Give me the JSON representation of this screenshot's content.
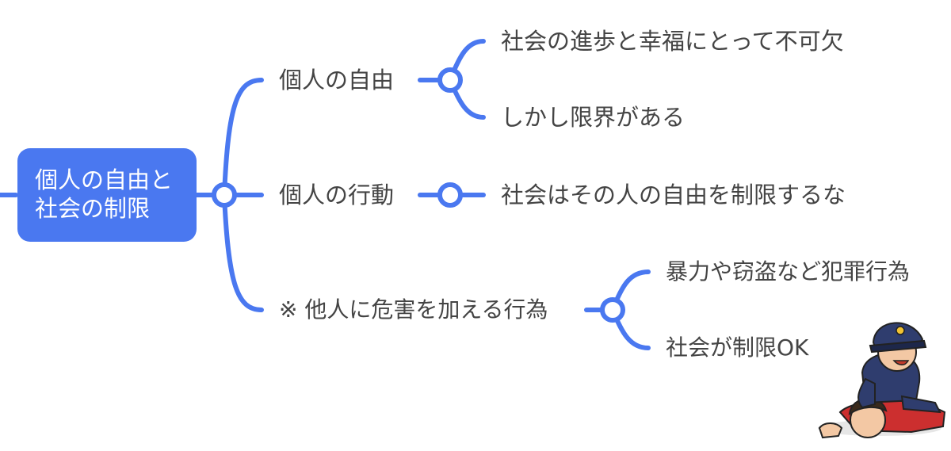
{
  "mindmap": {
    "root": {
      "line1": "個人の自由と",
      "line2": "社会の制限"
    },
    "branches": [
      {
        "label": "個人の自由",
        "children": [
          "社会の進歩と幸福にとって不可欠",
          "しかし限界がある"
        ]
      },
      {
        "label": "個人の行動",
        "children": [
          "社会はその人の自由を制限するな"
        ]
      },
      {
        "label": "※ 他人に危害を加える行為",
        "children": [
          "暴力や窃盗など犯罪行為",
          "社会が制限OK"
        ]
      }
    ]
  },
  "colors": {
    "accent": "#4a78f0",
    "text": "#444444"
  },
  "illustration": {
    "icon": "police-arrest-illustration"
  }
}
